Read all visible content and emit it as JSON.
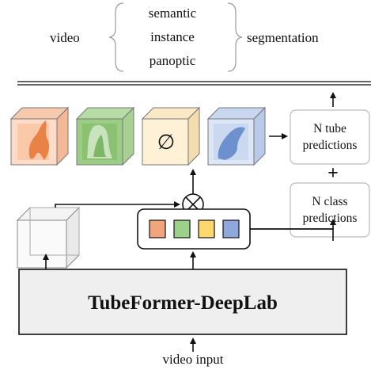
{
  "header": {
    "left_word": "video",
    "options": [
      "semantic",
      "instance",
      "panoptic"
    ],
    "right_word": "segmentation"
  },
  "outputs": {
    "tube": [
      "N tube",
      "predictions"
    ],
    "plus": "+",
    "class": [
      "N class",
      "predictions"
    ]
  },
  "cubes": {
    "empty_symbol": "∅"
  },
  "mask_embeddings": {
    "colors": [
      "#f2a47d",
      "#9dd08a",
      "#fcd96a",
      "#8ea7dc"
    ]
  },
  "model": {
    "name": "TubeFormer-DeepLab"
  },
  "input": {
    "label": "video input"
  }
}
